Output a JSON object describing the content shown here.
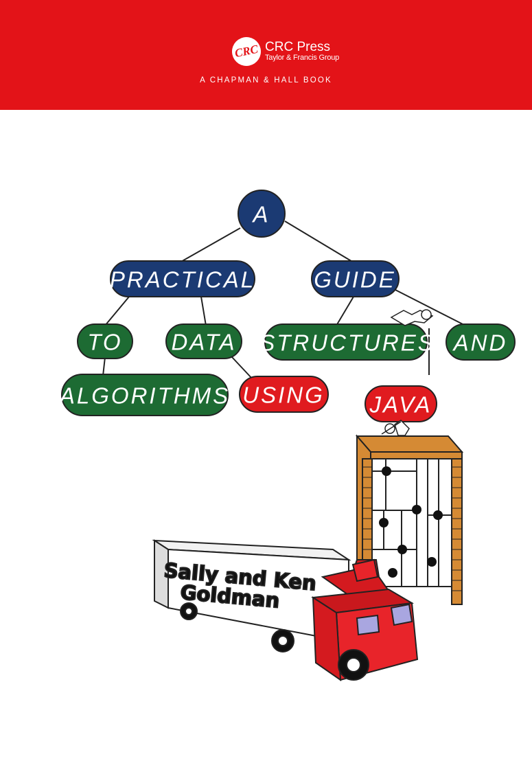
{
  "publisher": {
    "logo_mark": "CRC",
    "name": "CRC Press",
    "group": "Taylor & Francis Group",
    "imprint": "A CHAPMAN & HALL BOOK"
  },
  "title_tree": {
    "root": "A",
    "level1": [
      "PRACTICAL",
      "GUIDE"
    ],
    "level2": [
      "TO",
      "DATA",
      "STRUCTURES",
      "AND"
    ],
    "level3": [
      "ALGORITHMS",
      "USING",
      "JAVA"
    ]
  },
  "authors": [
    "Sally and Ken",
    "Goldman"
  ],
  "colors": {
    "banner": "#e31318",
    "navy": "#1b3a73",
    "green": "#1d6b33",
    "red": "#e01b1f"
  }
}
